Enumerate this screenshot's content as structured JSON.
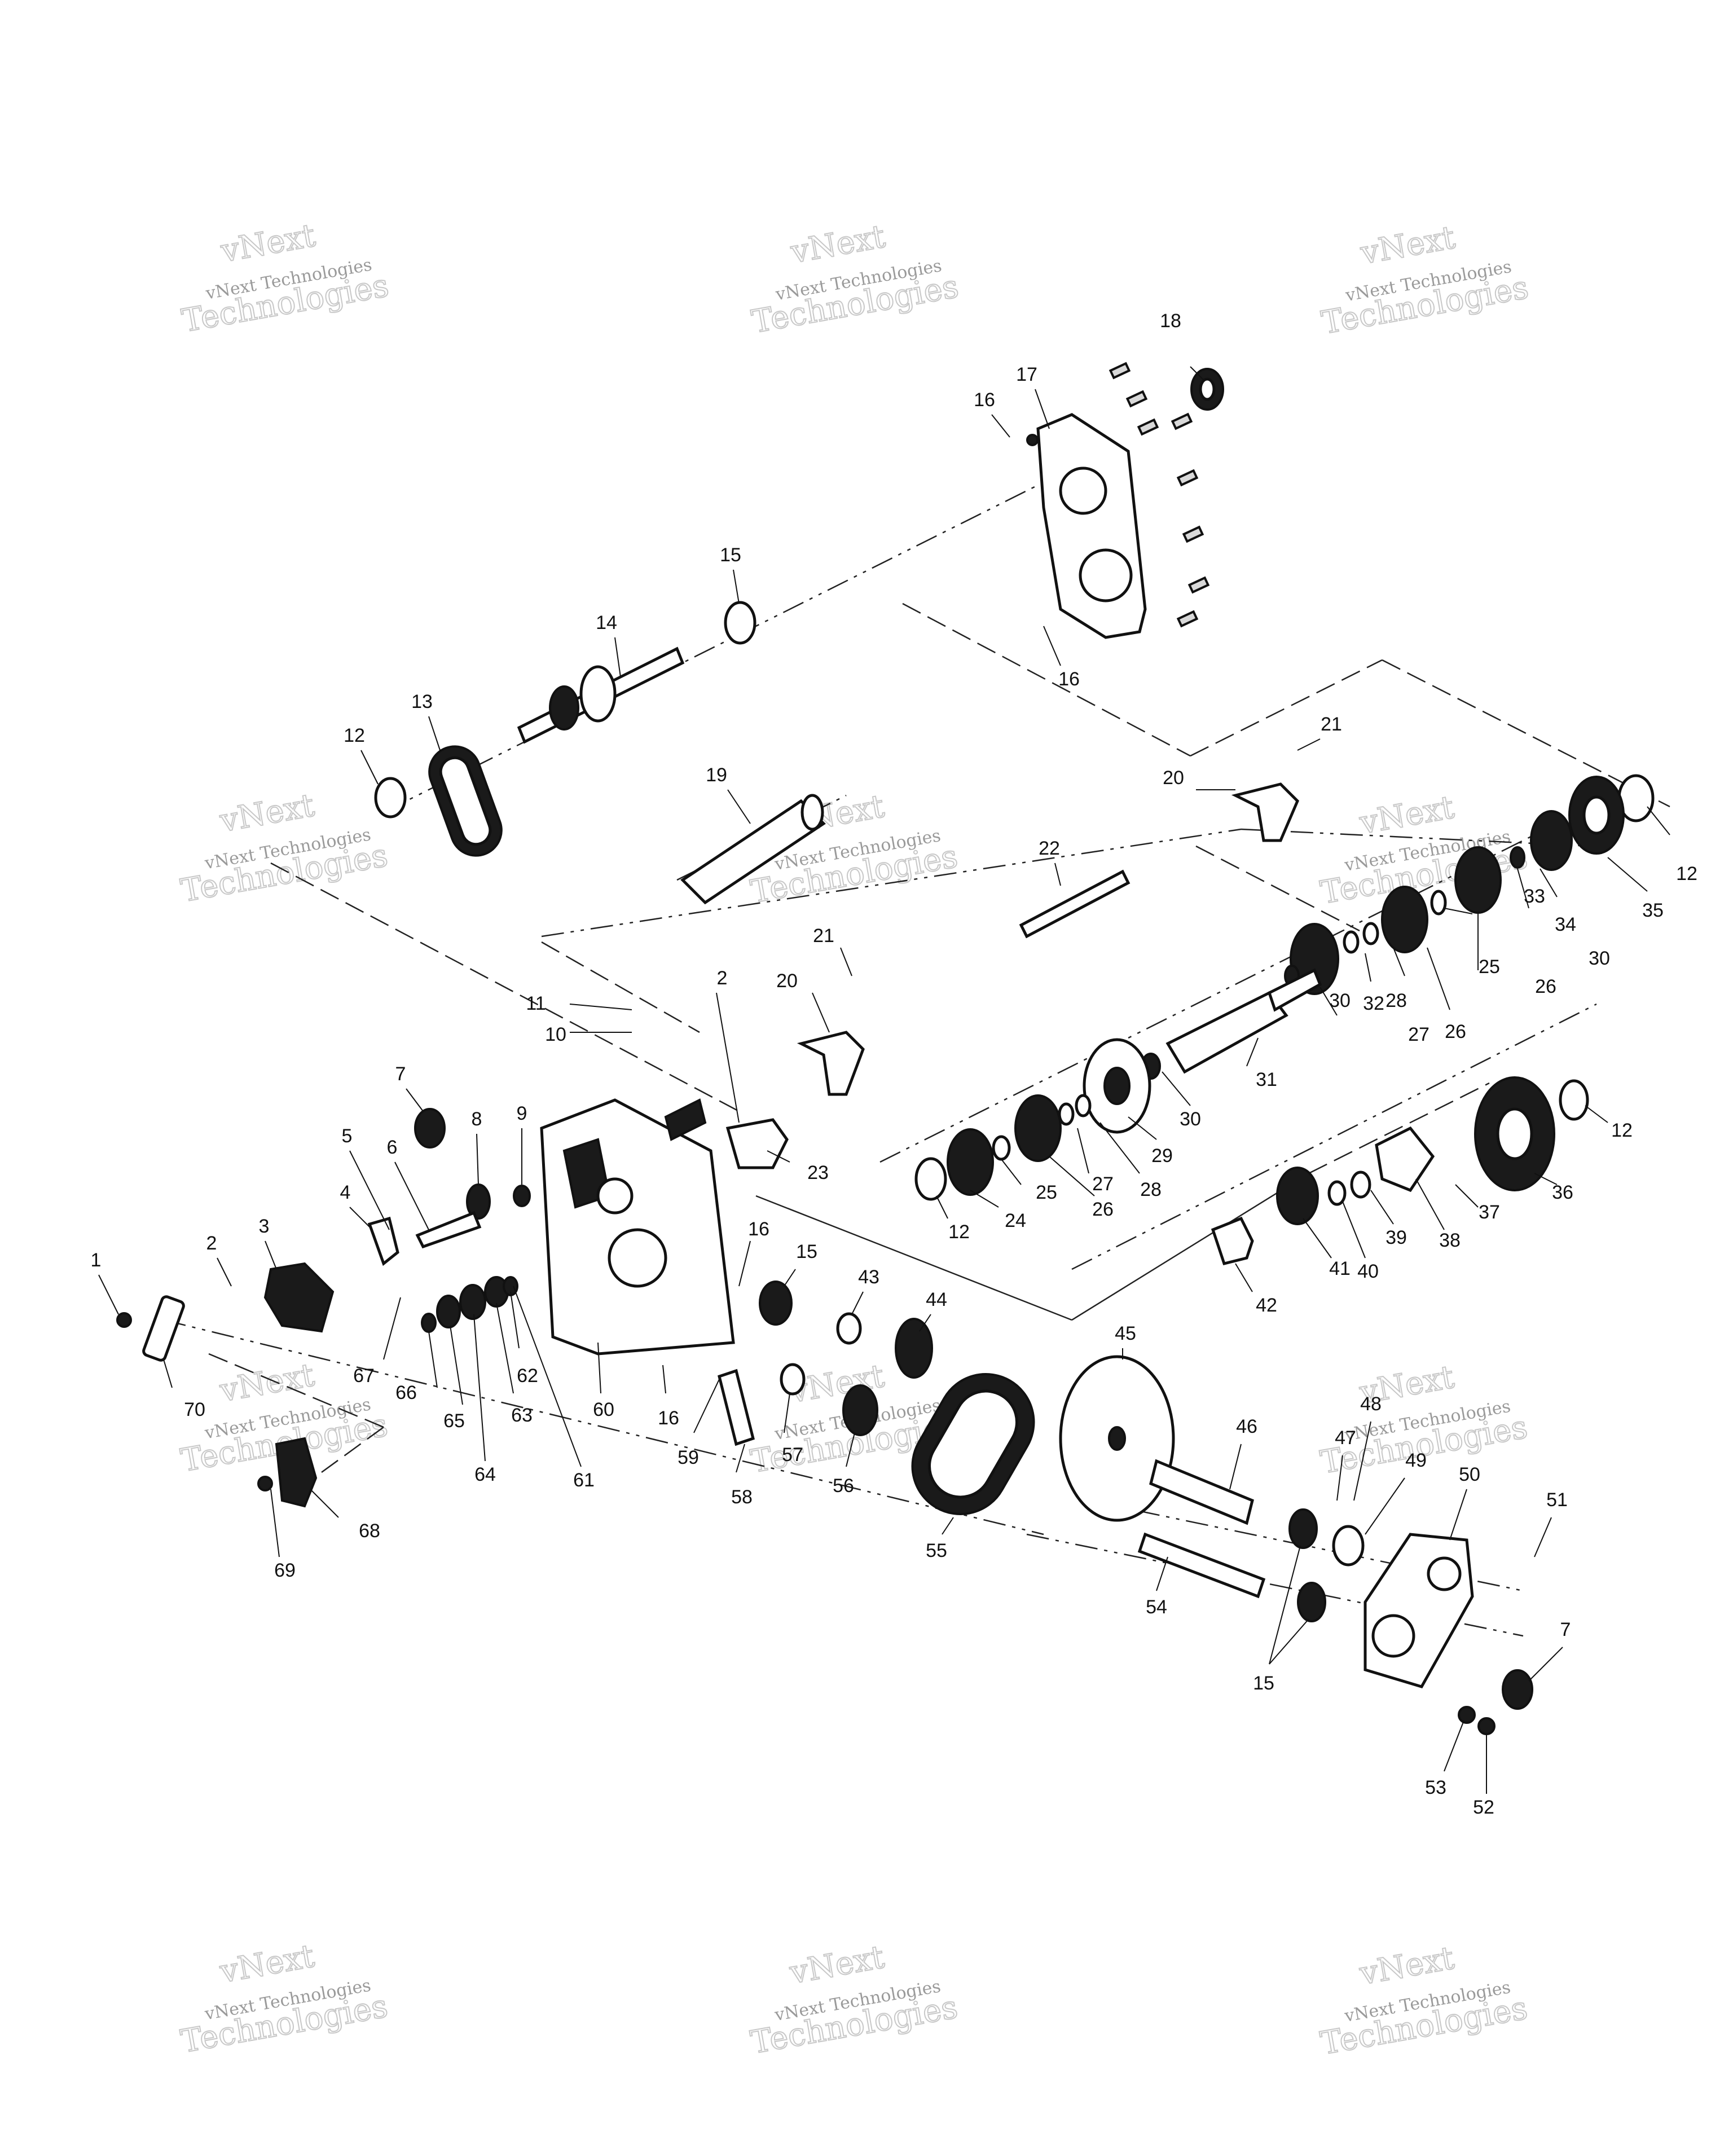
{
  "watermark": {
    "line_small": "vNext Technologies",
    "line_big_top": "vNext",
    "line_big_bottom": "Technologies"
  },
  "callouts": [
    {
      "id": "c18",
      "text": "18"
    },
    {
      "id": "c17",
      "text": "17"
    },
    {
      "id": "c16a",
      "text": "16"
    },
    {
      "id": "c15a",
      "text": "15"
    },
    {
      "id": "c16b",
      "text": "16"
    },
    {
      "id": "c14",
      "text": "14"
    },
    {
      "id": "c13",
      "text": "13"
    },
    {
      "id": "c12a",
      "text": "12"
    },
    {
      "id": "c21a",
      "text": "21"
    },
    {
      "id": "c20a",
      "text": "20"
    },
    {
      "id": "c19",
      "text": "19"
    },
    {
      "id": "c22",
      "text": "22"
    },
    {
      "id": "c12b",
      "text": "12"
    },
    {
      "id": "c35",
      "text": "35"
    },
    {
      "id": "c34",
      "text": "34"
    },
    {
      "id": "c33",
      "text": "33"
    },
    {
      "id": "c30a",
      "text": "30"
    },
    {
      "id": "c26a",
      "text": "26"
    },
    {
      "id": "c25a",
      "text": "25"
    },
    {
      "id": "c26b",
      "text": "26"
    },
    {
      "id": "c27a",
      "text": "27"
    },
    {
      "id": "c28a",
      "text": "28"
    },
    {
      "id": "c32",
      "text": "32"
    },
    {
      "id": "c30b",
      "text": "30"
    },
    {
      "id": "c21b",
      "text": "21"
    },
    {
      "id": "c20b",
      "text": "20"
    },
    {
      "id": "c2a",
      "text": "2"
    },
    {
      "id": "c11",
      "text": "11"
    },
    {
      "id": "c10",
      "text": "10"
    },
    {
      "id": "c31",
      "text": "31"
    },
    {
      "id": "c30c",
      "text": "30"
    },
    {
      "id": "c29",
      "text": "29"
    },
    {
      "id": "c28b",
      "text": "28"
    },
    {
      "id": "c27b",
      "text": "27"
    },
    {
      "id": "c26c",
      "text": "26"
    },
    {
      "id": "c25b",
      "text": "25"
    },
    {
      "id": "c24",
      "text": "24"
    },
    {
      "id": "c12c",
      "text": "12"
    },
    {
      "id": "c23",
      "text": "23"
    },
    {
      "id": "c7a",
      "text": "7"
    },
    {
      "id": "c8",
      "text": "8"
    },
    {
      "id": "c9",
      "text": "9"
    },
    {
      "id": "c5",
      "text": "5"
    },
    {
      "id": "c6",
      "text": "6"
    },
    {
      "id": "c4",
      "text": "4"
    },
    {
      "id": "c3",
      "text": "3"
    },
    {
      "id": "c2b",
      "text": "2"
    },
    {
      "id": "c1",
      "text": "1"
    },
    {
      "id": "c12d",
      "text": "12"
    },
    {
      "id": "c36",
      "text": "36"
    },
    {
      "id": "c37",
      "text": "37"
    },
    {
      "id": "c38",
      "text": "38"
    },
    {
      "id": "c39",
      "text": "39"
    },
    {
      "id": "c40",
      "text": "40"
    },
    {
      "id": "c41",
      "text": "41"
    },
    {
      "id": "c42",
      "text": "42"
    },
    {
      "id": "c16c",
      "text": "16"
    },
    {
      "id": "c15b",
      "text": "15"
    },
    {
      "id": "c43",
      "text": "43"
    },
    {
      "id": "c44",
      "text": "44"
    },
    {
      "id": "c45",
      "text": "45"
    },
    {
      "id": "c67",
      "text": "67"
    },
    {
      "id": "c62",
      "text": "62"
    },
    {
      "id": "c66",
      "text": "66"
    },
    {
      "id": "c63",
      "text": "63"
    },
    {
      "id": "c65",
      "text": "65"
    },
    {
      "id": "c60",
      "text": "60"
    },
    {
      "id": "c16d",
      "text": "16"
    },
    {
      "id": "c70",
      "text": "70"
    },
    {
      "id": "c64",
      "text": "64"
    },
    {
      "id": "c61",
      "text": "61"
    },
    {
      "id": "c59",
      "text": "59"
    },
    {
      "id": "c57",
      "text": "57"
    },
    {
      "id": "c58",
      "text": "58"
    },
    {
      "id": "c56",
      "text": "56"
    },
    {
      "id": "c46",
      "text": "46"
    },
    {
      "id": "c47",
      "text": "47"
    },
    {
      "id": "c48",
      "text": "48"
    },
    {
      "id": "c49",
      "text": "49"
    },
    {
      "id": "c50",
      "text": "50"
    },
    {
      "id": "c51",
      "text": "51"
    },
    {
      "id": "c68",
      "text": "68"
    },
    {
      "id": "c69",
      "text": "69"
    },
    {
      "id": "c55",
      "text": "55"
    },
    {
      "id": "c54",
      "text": "54"
    },
    {
      "id": "c7b",
      "text": "7"
    },
    {
      "id": "c15c",
      "text": "15"
    },
    {
      "id": "c53",
      "text": "53"
    },
    {
      "id": "c52",
      "text": "52"
    }
  ]
}
